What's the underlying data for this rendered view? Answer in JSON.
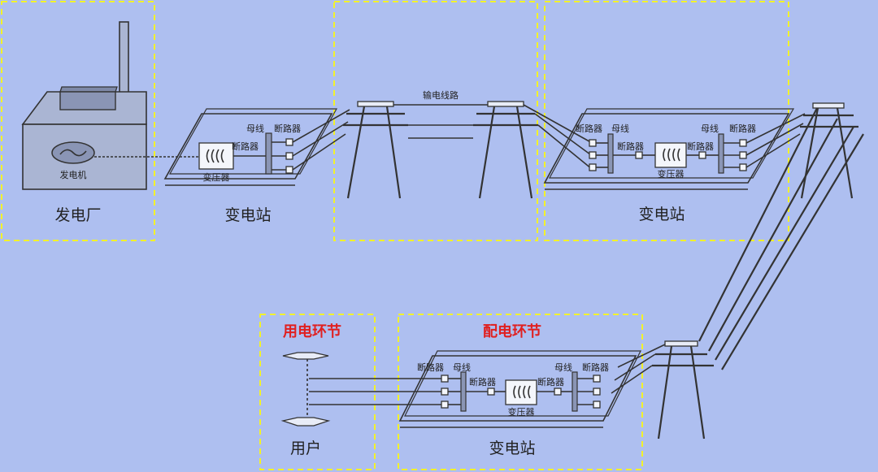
{
  "labels": {
    "power_plant": "发电厂",
    "generator": "发电机",
    "substation_1": "变电站",
    "transmission_line": "输电线路",
    "substation_2": "变电站",
    "substation_3": "变电站",
    "user": "用户",
    "usage_stage": "用电环节",
    "distribution_stage": "配电环节",
    "s1_busbar": "母线",
    "s1_breaker_top": "断路器",
    "s1_breaker_side": "断路器",
    "s1_transformer": "变压器",
    "s2_breaker_left": "断路器",
    "s2_busbar_left": "母线",
    "s2_breaker_mid": "断路器",
    "s2_transformer": "变压器",
    "s2_breaker_right_in": "断路器",
    "s2_busbar_right": "母线",
    "s2_breaker_right": "断路器",
    "s3_breaker_left": "断路器",
    "s3_busbar_left": "母线",
    "s3_breaker_mid": "断路器",
    "s3_transformer": "变压器",
    "s3_breaker_right_in": "断路器",
    "s3_busbar_right": "母线",
    "s3_breaker_right": "断路器"
  },
  "colors": {
    "background": "#aebff0",
    "dashed_border": "#f2f22a",
    "highlight_text": "#e02020"
  }
}
